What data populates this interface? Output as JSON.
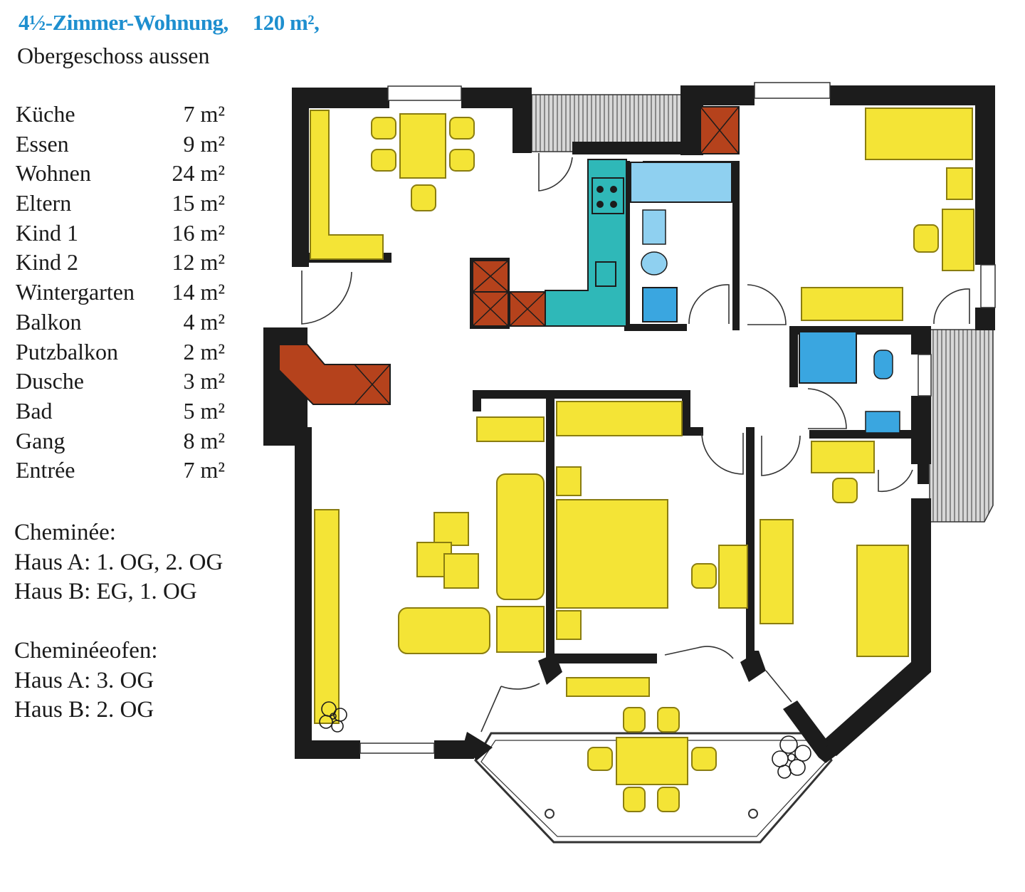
{
  "header": {
    "title": "4½-Zimmer-Wohnung,",
    "area": "120 m²,",
    "subtitle": "Obergeschoss aussen"
  },
  "rooms": [
    {
      "name": "Küche",
      "area": "7 m²"
    },
    {
      "name": "Essen",
      "area": "9 m²"
    },
    {
      "name": "Wohnen",
      "area": "24 m²"
    },
    {
      "name": "Eltern",
      "area": "15 m²"
    },
    {
      "name": "Kind 1",
      "area": "16 m²"
    },
    {
      "name": "Kind 2",
      "area": "12 m²"
    },
    {
      "name": "Wintergarten",
      "area": "14 m²"
    },
    {
      "name": "Balkon",
      "area": "4 m²"
    },
    {
      "name": "Putzbalkon",
      "area": "2 m²"
    },
    {
      "name": "Dusche",
      "area": "3 m²"
    },
    {
      "name": "Bad",
      "area": "5 m²"
    },
    {
      "name": "Gang",
      "area": "8 m²"
    },
    {
      "name": "Entrée",
      "area": "7 m²"
    }
  ],
  "notes": {
    "cheminee": {
      "heading": "Cheminée:",
      "haus_a": "Haus A: 1. OG, 2. OG",
      "haus_b": "Haus B: EG, 1. OG"
    },
    "cheminee_ofen": {
      "heading": "Cheminéeofen:",
      "haus_a": "Haus A: 3. OG",
      "haus_b": "Haus B: 2. OG"
    }
  },
  "colors": {
    "title": "#1e8fcf",
    "wall": "#1c1c1c",
    "furniture": "#f4e436",
    "furniture_edge": "#8a7d10",
    "kitchen": "#2fb8b8",
    "fireplace": "#b5421c",
    "sanitary": "#3aa6e0",
    "bath_fixture": "#8fd0f0"
  }
}
